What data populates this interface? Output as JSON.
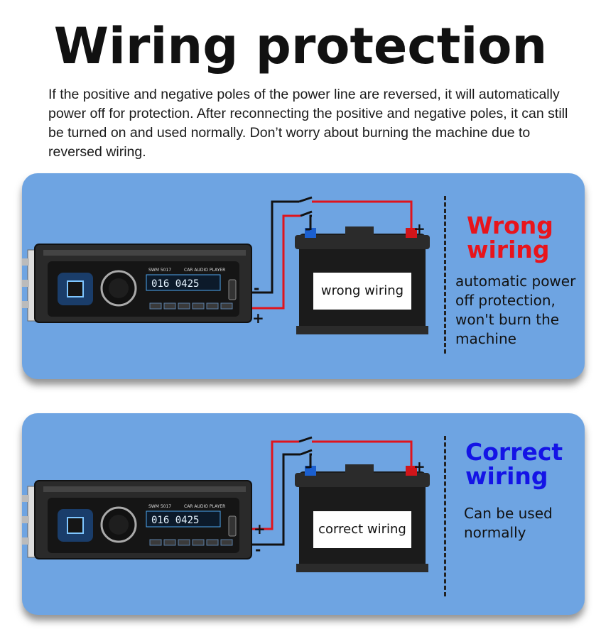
{
  "title": "Wiring protection",
  "description": "If the positive and negative poles of the power line are reversed, it will automatically power off for protection. After reconnecting the positive and negative poles, it can still be turned on and used normally. Don’t worry about burning the machine due to reversed wiring.",
  "wrong_panel": {
    "heading": "Wrong wiring",
    "heading_color": "#e8141c",
    "note": "automatic power off protection, won't burn the machine",
    "battery_label": "wrong wiring",
    "radio_upper_terminal": "-",
    "radio_lower_terminal": "+",
    "battery_terminal_negative": "-",
    "battery_terminal_positive": "+"
  },
  "correct_panel": {
    "heading": "Correct wiring",
    "heading_color": "#1414e6",
    "note": "Can be used normally",
    "battery_label": "correct wiring",
    "radio_upper_terminal": "+",
    "radio_lower_terminal": "-",
    "battery_terminal_negative": "-",
    "battery_terminal_positive": "+"
  },
  "radio": {
    "model": "SWM 5017",
    "brand_text": "CAR AUDIO PLAYER",
    "display_time": "0425",
    "display_track": "016"
  },
  "colors": {
    "panel": "#6ea4e2",
    "wire_red": "#e0141c",
    "wire_black": "#111111"
  }
}
